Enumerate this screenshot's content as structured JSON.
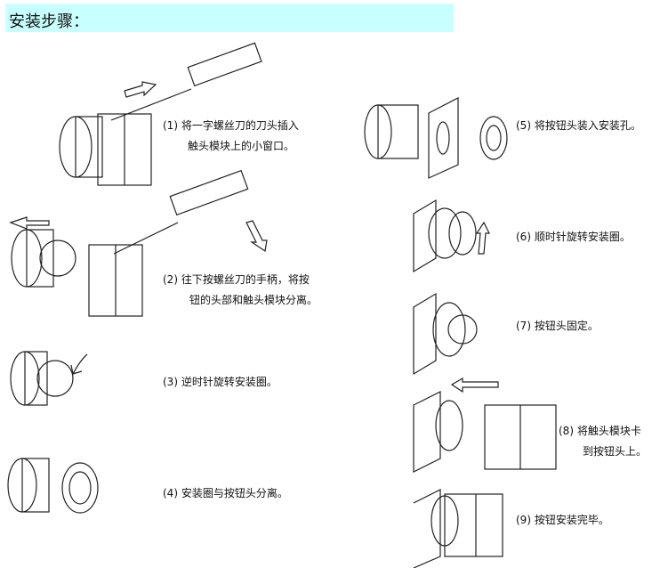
{
  "header": {
    "title": "安装步骤："
  },
  "steps": [
    {
      "num": "(1)",
      "line1": "将一字螺丝刀的刀头插入",
      "line2": "触头模块上的小窗口。"
    },
    {
      "num": "(2)",
      "line1": "往下按螺丝刀的手柄，将按",
      "line2": "钮的头部和触头模块分离。"
    },
    {
      "num": "(3)",
      "line1": "逆时针旋转安装圈。"
    },
    {
      "num": "(4)",
      "line1": "安装圈与按钮头分离。"
    },
    {
      "num": "(5)",
      "line1": "将按钮头装入安装孔。"
    },
    {
      "num": "(6)",
      "line1": "顺时针旋转安装圈。"
    },
    {
      "num": "(7)",
      "line1": "按钮头固定。"
    },
    {
      "num": "(8)",
      "line1": "将触头模块卡",
      "line2": "到按钮头上。"
    },
    {
      "num": "(9)",
      "line1": "按钮安装完毕。"
    }
  ],
  "colors": {
    "header_bg": "#c8ffff"
  }
}
